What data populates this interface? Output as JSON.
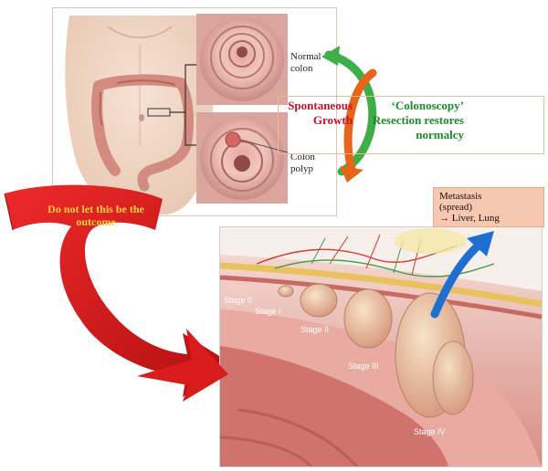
{
  "labels": {
    "normal_colon": "Normal\ncolon",
    "colon_polyp": "Colon\npolyp",
    "spontaneous_growth": "Spontaneous\nGrowth",
    "colonoscopy": "‘Colonoscopy’\nResection restores\nnormalcy",
    "warning": "Do not let this be the\noutcome",
    "metastasis": "Metastasis\n(spread)\n→ Liver, Lung",
    "stage0": "Stage 0",
    "stage1": "Stage I",
    "stage2": "Stage II",
    "stage3": "Stage III",
    "stage4": "Stage IV"
  },
  "colors": {
    "growth_red": "#c8102e",
    "resection_green": "#1e8a2a",
    "arrow_orange": "#e8641b",
    "arrow_green": "#3fae49",
    "ribbon_red": "#d81c1c",
    "warning_yellow": "#ffd23a",
    "metastasis_box": "#f7c8b0",
    "metastasis_arrow": "#1f6fd1"
  }
}
